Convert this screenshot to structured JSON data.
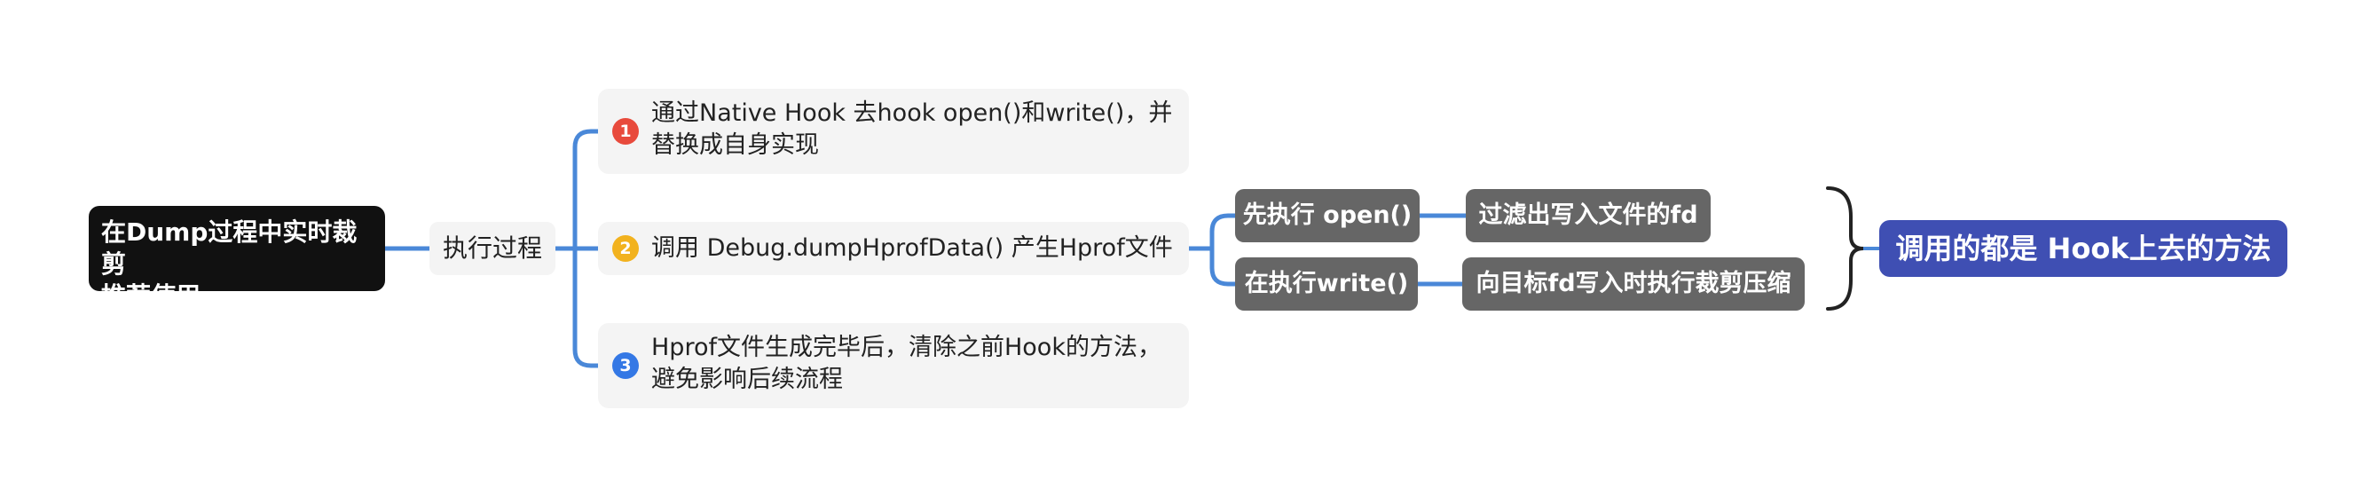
{
  "root": {
    "line1": "在Dump过程中实时裁剪",
    "line2": "推荐使用"
  },
  "process": {
    "label": "执行过程"
  },
  "steps": [
    {
      "number": "1",
      "line1": "通过Native Hook 去hook open()和write()，并",
      "line2": "替换成自身实现",
      "color": "#e84a3c"
    },
    {
      "number": "2",
      "text": "调用 Debug.dumpHprofData() 产生Hprof文件",
      "color": "#f2b21e"
    },
    {
      "number": "3",
      "line1": "Hprof文件生成完毕后，清除之前Hook的方法，",
      "line2": "避免影响后续流程",
      "color": "#3478e5"
    }
  ],
  "sub_steps": [
    {
      "label": "先执行 open()",
      "detail": "过滤出写入文件的fd"
    },
    {
      "label": "在执行write()",
      "detail": "向目标fd写入时执行裁剪压缩"
    }
  ],
  "summary": {
    "label": "调用的都是 Hook上去的方法",
    "color": "#3f4fb3"
  },
  "colors": {
    "connector": "#4a88d8",
    "connector_gray": "#666666",
    "brace": "#222222"
  }
}
